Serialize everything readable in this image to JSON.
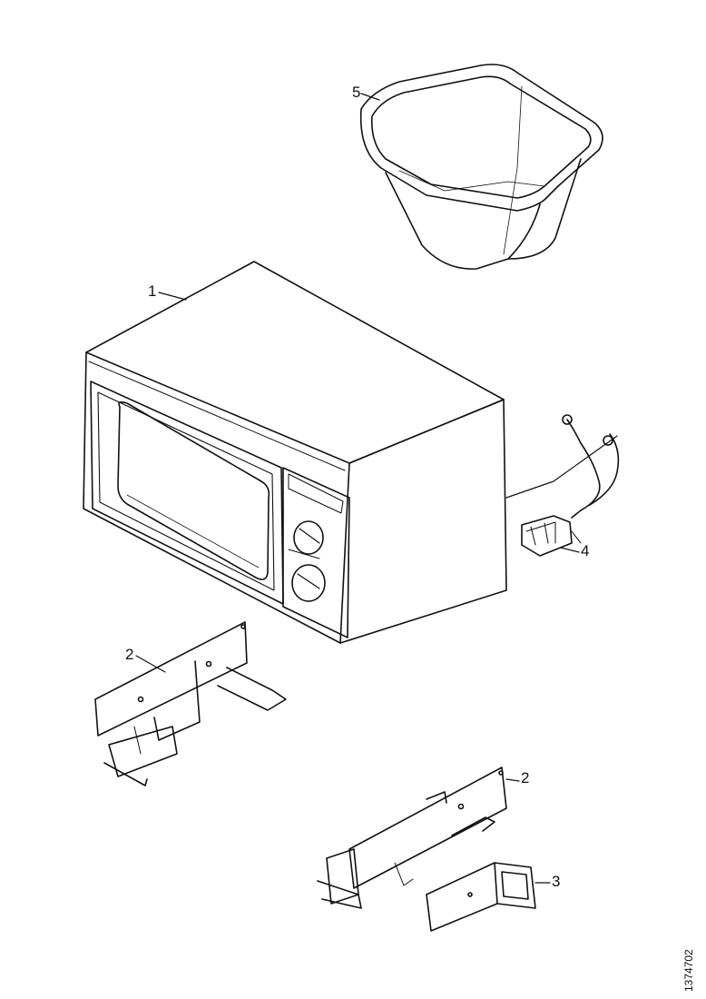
{
  "callouts": {
    "c1": "1",
    "c2a": "2",
    "c2b": "2",
    "c3": "3",
    "c4": "4",
    "c5": "5"
  },
  "document_number": "1374702",
  "line_color": "#111111"
}
